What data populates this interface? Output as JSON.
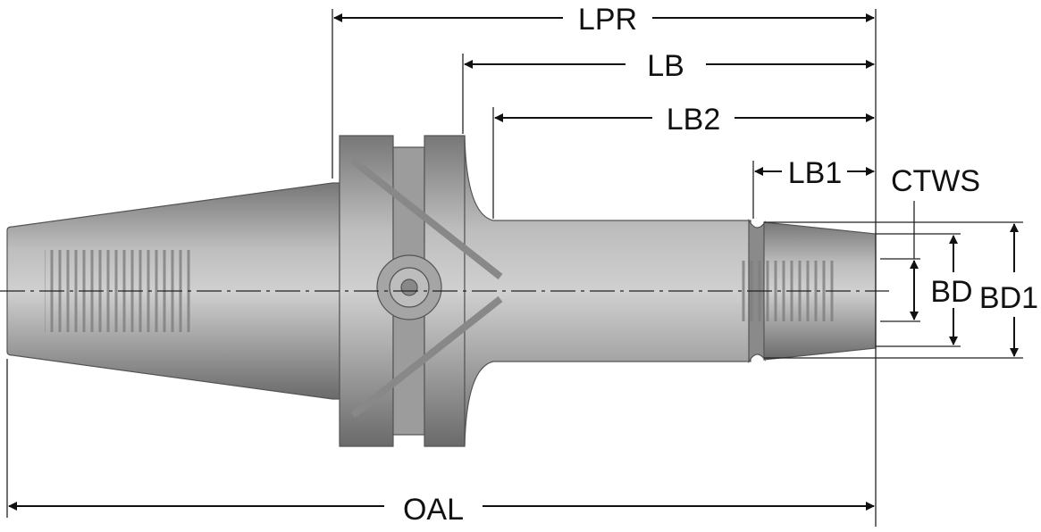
{
  "labels": {
    "lpr": "LPR",
    "lb": "LB",
    "lb2": "LB2",
    "lb1": "LB1",
    "ctws": "CTWS",
    "bd": "BD",
    "bd1": "BD1",
    "oal": "OAL"
  },
  "colors": {
    "body": "#9a9a9a",
    "body_light": "#c8c8c8",
    "body_dark": "#6e6e6e",
    "line": "#111111"
  }
}
